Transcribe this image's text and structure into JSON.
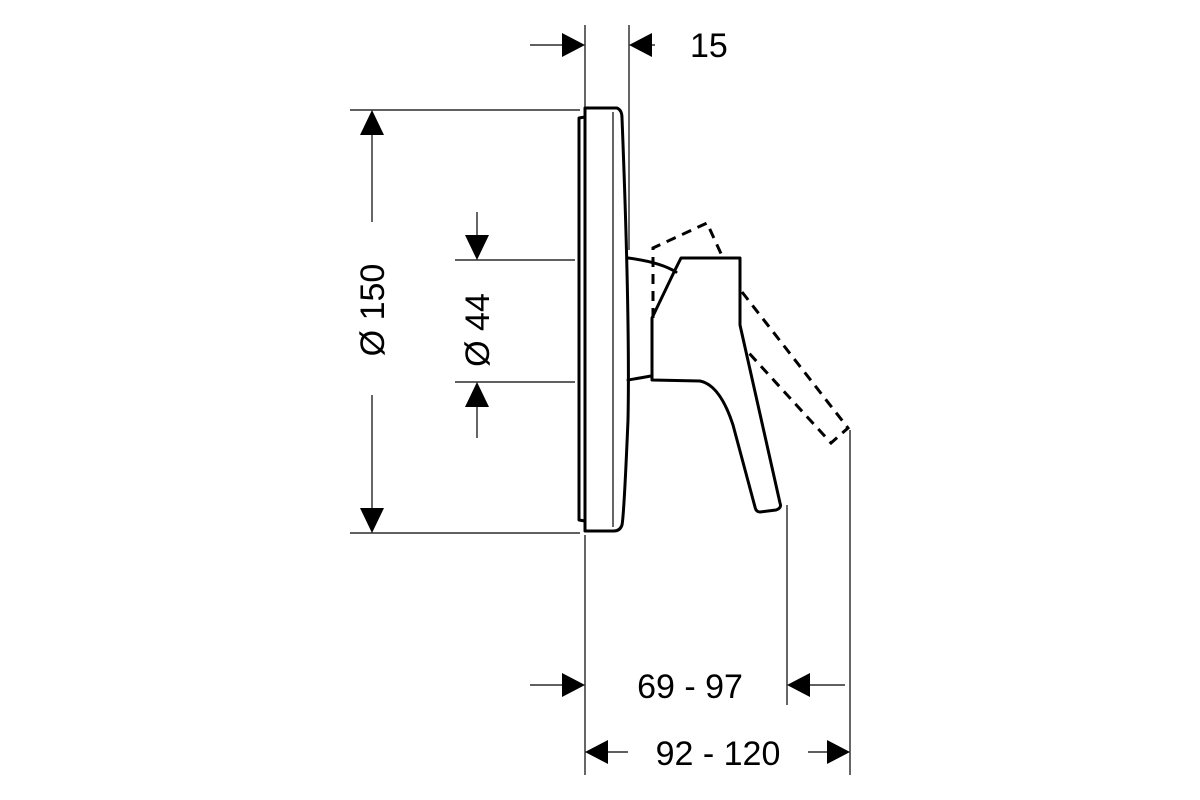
{
  "dimensions": {
    "plate_depth": "15",
    "plate_diameter": "Ø 150",
    "hub_diameter": "Ø 44",
    "lever_projection": "69 - 97",
    "total_projection": "92 - 120"
  },
  "colors": {
    "line": "#000000",
    "background": "#ffffff"
  }
}
